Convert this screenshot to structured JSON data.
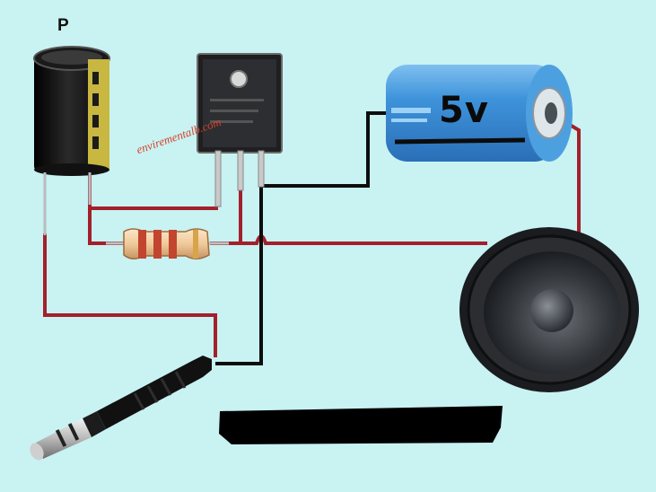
{
  "diagram": {
    "capacitor": {
      "label": "P"
    },
    "battery": {
      "label": "5v"
    },
    "watermark": {
      "text": "envirementalb.com"
    }
  },
  "colors": {
    "background": "#c9f2f2",
    "wire_red": "#a3202a",
    "wire_black": "#0d0d0d",
    "battery_blue": "#3d8fd6",
    "capacitor_gold": "#c8b740"
  }
}
